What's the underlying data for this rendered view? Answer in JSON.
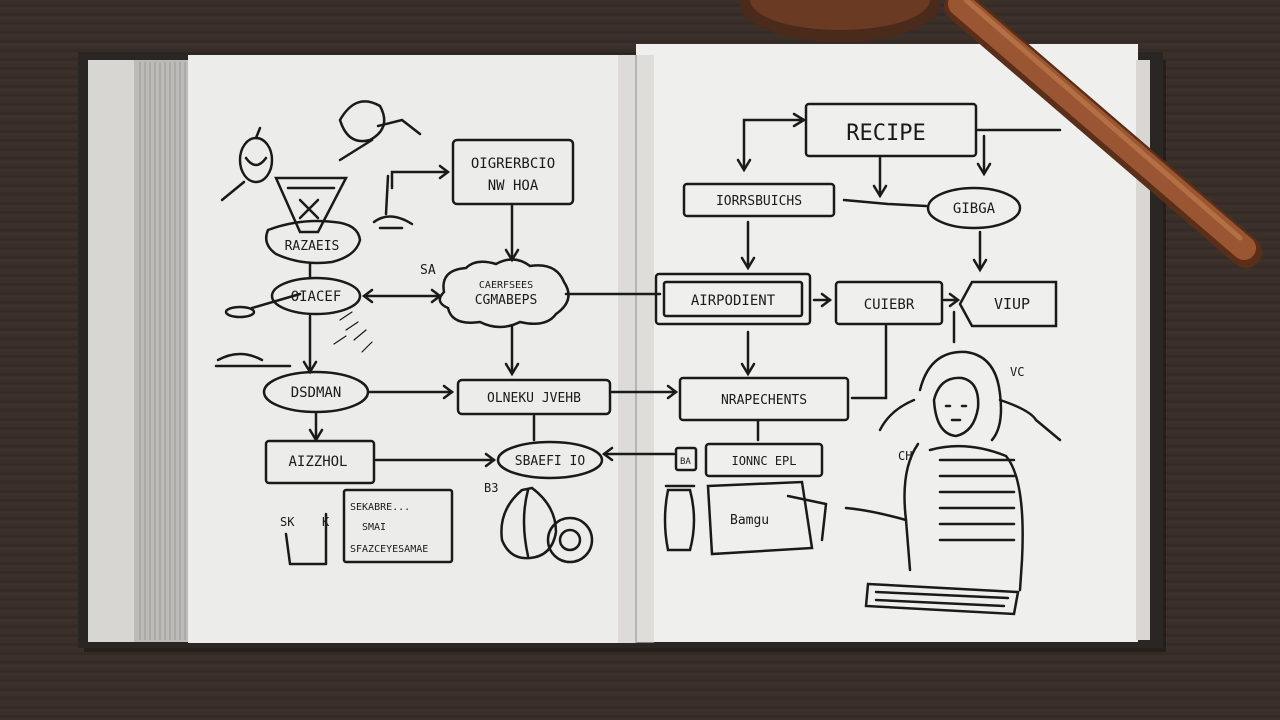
{
  "colors": {
    "desk": "#3a2f29",
    "paper": "#ececea",
    "ink": "#1a1a1a",
    "cover": "#2a2624",
    "gavel_wood": "#8a4a2a"
  },
  "left_page": {
    "box_top": "OIGRERBCIO",
    "box_top_sub": "NW HOA",
    "blob_top": "RAZAEIS",
    "label_sa": "SA",
    "cloud_mid": "CGMABEPS",
    "cloud_mid_top": "CAERFSEES",
    "oval_left": "OIACEF",
    "oval_lower": "DSDMAN",
    "box_mid": "OLNEKU JVEHB",
    "box_bottom_left": "AIZZHOL",
    "oval_bottom": "SBAEFI IO",
    "note_line1": "SEKABRE...",
    "note_line2": "SMAI",
    "note_line3": "SFAZCEYESAMAE",
    "label_sk": "SK",
    "label_k": "K",
    "label_fig": "B3"
  },
  "right_page": {
    "box_recipe": "RECIPE",
    "box_ingredients": "IORRSBUICHS",
    "oval_right": "GIBGA",
    "box_ingredient": "AIRPODIENT",
    "box_cuisine": "CUIEBR",
    "box_tip": "VIUP",
    "box_measurements": "NRAPECHENTS",
    "box_tool": "IONNC EPL",
    "paper_note": "Bamgu",
    "label_ba": "BA",
    "label_ch": "CH",
    "label_vc": "VC"
  }
}
